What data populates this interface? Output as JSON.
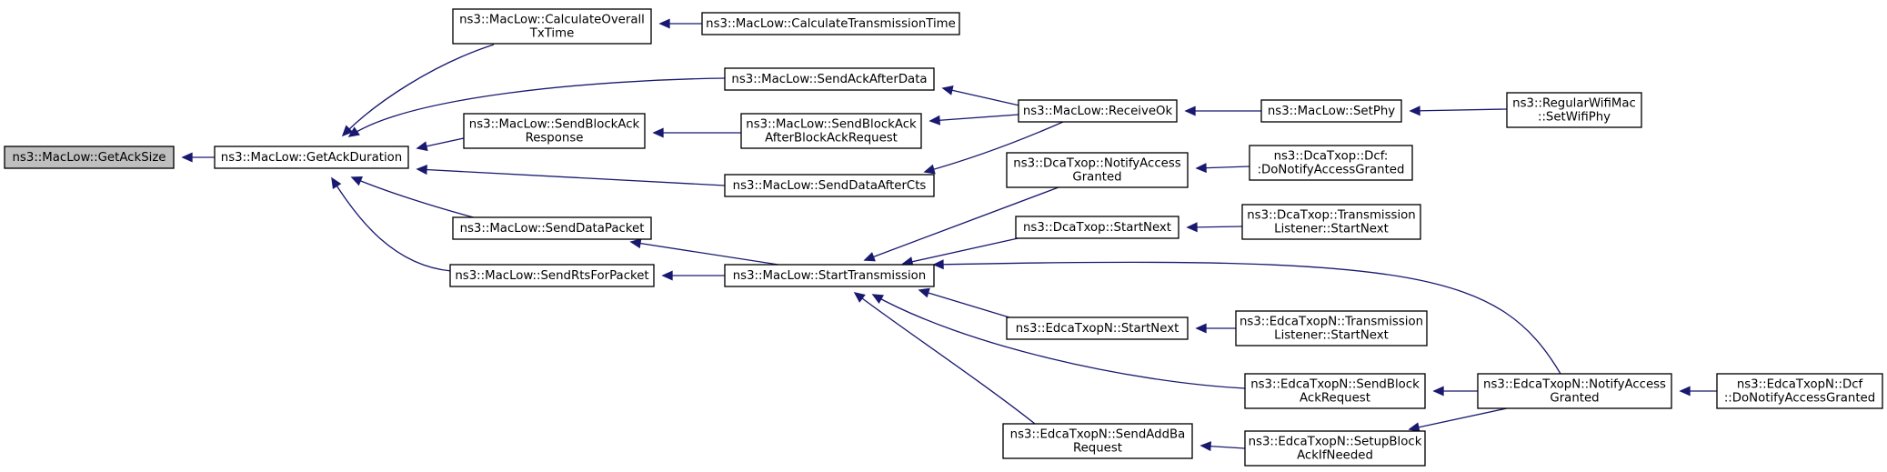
{
  "diagram": {
    "nodes": [
      {
        "id": "getacksize",
        "lines": [
          "ns3::MacLow::GetAckSize"
        ],
        "root": true
      },
      {
        "id": "getackduration",
        "lines": [
          "ns3::MacLow::GetAckDuration"
        ]
      },
      {
        "id": "calcoverall",
        "lines": [
          "ns3::MacLow::CalculateOverall",
          "TxTime"
        ]
      },
      {
        "id": "calctxtime",
        "lines": [
          "ns3::MacLow::CalculateTransmissionTime"
        ]
      },
      {
        "id": "sendackafterdata",
        "lines": [
          "ns3::MacLow::SendAckAfterData"
        ]
      },
      {
        "id": "sendblockackresponse",
        "lines": [
          "ns3::MacLow::SendBlockAck",
          "Response"
        ]
      },
      {
        "id": "sendblockackafter",
        "lines": [
          "ns3::MacLow::SendBlockAck",
          "AfterBlockAckRequest"
        ]
      },
      {
        "id": "receiveok",
        "lines": [
          "ns3::MacLow::ReceiveOk"
        ]
      },
      {
        "id": "setphy",
        "lines": [
          "ns3::MacLow::SetPhy"
        ]
      },
      {
        "id": "setwifiphy",
        "lines": [
          "ns3::RegularWifiMac",
          "::SetWifiPhy"
        ]
      },
      {
        "id": "senddataaftercts",
        "lines": [
          "ns3::MacLow::SendDataAfterCts"
        ]
      },
      {
        "id": "senddatapacket",
        "lines": [
          "ns3::MacLow::SendDataPacket"
        ]
      },
      {
        "id": "sendrtsforpacket",
        "lines": [
          "ns3::MacLow::SendRtsForPacket"
        ]
      },
      {
        "id": "starttransmission",
        "lines": [
          "ns3::MacLow::StartTransmission"
        ]
      },
      {
        "id": "dcanotify",
        "lines": [
          "ns3::DcaTxop::NotifyAccess",
          "Granted"
        ]
      },
      {
        "id": "dcadcf",
        "lines": [
          "ns3::DcaTxop::Dcf:",
          ":DoNotifyAccessGranted"
        ]
      },
      {
        "id": "dcastartnext",
        "lines": [
          "ns3::DcaTxop::StartNext"
        ]
      },
      {
        "id": "dcatranslistener",
        "lines": [
          "ns3::DcaTxop::Transmission",
          "Listener::StartNext"
        ]
      },
      {
        "id": "edcastartnext",
        "lines": [
          "ns3::EdcaTxopN::StartNext"
        ]
      },
      {
        "id": "edcatranslistener",
        "lines": [
          "ns3::EdcaTxopN::Transmission",
          "Listener::StartNext"
        ]
      },
      {
        "id": "edcasendblockack",
        "lines": [
          "ns3::EdcaTxopN::SendBlock",
          "AckRequest"
        ]
      },
      {
        "id": "edcanotify",
        "lines": [
          "ns3::EdcaTxopN::NotifyAccess",
          "Granted"
        ]
      },
      {
        "id": "edcadcf",
        "lines": [
          "ns3::EdcaTxopN::Dcf",
          "::DoNotifyAccessGranted"
        ]
      },
      {
        "id": "edcasendaddba",
        "lines": [
          "ns3::EdcaTxopN::SendAddBa",
          "Request"
        ]
      },
      {
        "id": "edcasetupblock",
        "lines": [
          "ns3::EdcaTxopN::SetupBlock",
          "AckIfNeeded"
        ]
      }
    ],
    "edges": [
      {
        "from": "getackduration",
        "to": "getacksize"
      },
      {
        "from": "calcoverall",
        "to": "getackduration"
      },
      {
        "from": "sendackafterdata",
        "to": "getackduration"
      },
      {
        "from": "sendblockackresponse",
        "to": "getackduration"
      },
      {
        "from": "senddataaftercts",
        "to": "getackduration"
      },
      {
        "from": "senddatapacket",
        "to": "getackduration"
      },
      {
        "from": "sendrtsforpacket",
        "to": "getackduration"
      },
      {
        "from": "calctxtime",
        "to": "calcoverall"
      },
      {
        "from": "receiveok",
        "to": "sendackafterdata"
      },
      {
        "from": "sendblockackafter",
        "to": "sendblockackresponse"
      },
      {
        "from": "receiveok",
        "to": "sendblockackafter"
      },
      {
        "from": "receiveok",
        "to": "senddataaftercts"
      },
      {
        "from": "setphy",
        "to": "receiveok"
      },
      {
        "from": "setwifiphy",
        "to": "setphy"
      },
      {
        "from": "starttransmission",
        "to": "senddatapacket"
      },
      {
        "from": "starttransmission",
        "to": "sendrtsforpacket"
      },
      {
        "from": "dcanotify",
        "to": "starttransmission"
      },
      {
        "from": "dcastartnext",
        "to": "starttransmission"
      },
      {
        "from": "edcanotify",
        "to": "starttransmission"
      },
      {
        "from": "edcastartnext",
        "to": "starttransmission"
      },
      {
        "from": "edcasendblockack",
        "to": "starttransmission"
      },
      {
        "from": "edcasendaddba",
        "to": "starttransmission"
      },
      {
        "from": "dcadcf",
        "to": "dcanotify"
      },
      {
        "from": "dcatranslistener",
        "to": "dcastartnext"
      },
      {
        "from": "edcatranslistener",
        "to": "edcastartnext"
      },
      {
        "from": "edcanotify",
        "to": "edcasendblockack"
      },
      {
        "from": "edcadcf",
        "to": "edcanotify"
      },
      {
        "from": "edcasetupblock",
        "to": "edcasendaddba"
      },
      {
        "from": "edcanotify",
        "to": "edcasetupblock"
      }
    ]
  }
}
